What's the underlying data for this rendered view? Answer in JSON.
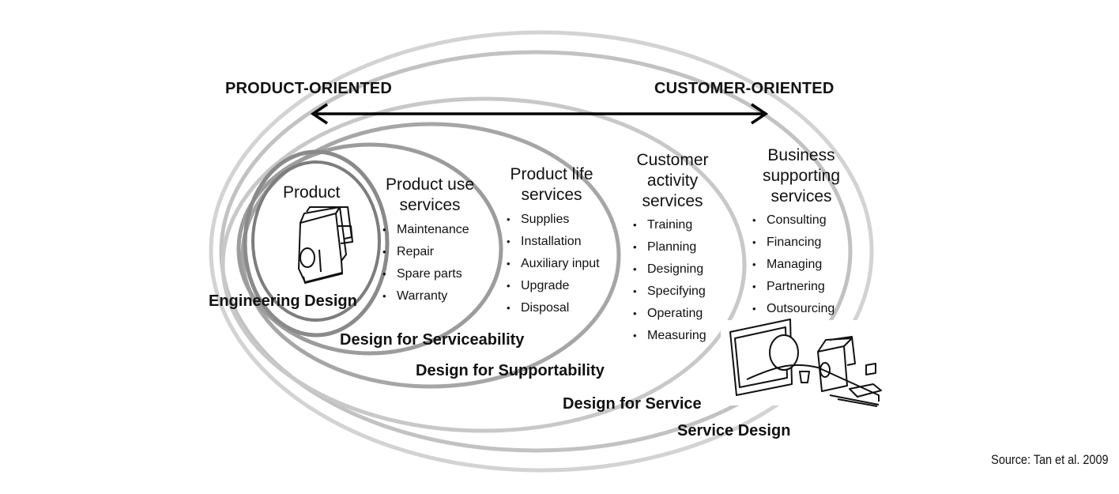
{
  "axis": {
    "left_label": "PRODUCT-ORIENTED",
    "right_label": "CUSTOMER-ORIENTED"
  },
  "layers": {
    "product": {
      "title": "Product",
      "design_label": "Engineering Design"
    },
    "product_use": {
      "title": "Product use services",
      "items": [
        "Maintenance",
        "Repair",
        "Spare parts",
        "Warranty"
      ],
      "design_label": "Design for Serviceability"
    },
    "product_life": {
      "title": "Product life services",
      "items": [
        "Supplies",
        "Installation",
        "Auxiliary input",
        "Upgrade",
        "Disposal"
      ],
      "design_label": "Design for Supportability"
    },
    "customer_activity": {
      "title": "Customer activity services",
      "items": [
        "Training",
        "Planning",
        "Designing",
        "Specifying",
        "Operating",
        "Measuring"
      ],
      "design_label": "Design for Service"
    },
    "business_supporting": {
      "title": "Business supporting services",
      "items": [
        "Consulting",
        "Financing",
        "Managing",
        "Partnering",
        "Outsourcing"
      ],
      "design_label": "Service Design"
    }
  },
  "source": "Source: Tan et al. 2009",
  "colors": {
    "ring_dark": "#7a7a7a",
    "ring_mid": "#9a9a9a",
    "ring_light": "#bcbcbc",
    "ring_lighter": "#cfcfcf",
    "arrow": "#000000"
  },
  "icons": {
    "product_sketch": "product-machine-sketch",
    "workstation_sketch": "workstation-sketch"
  }
}
